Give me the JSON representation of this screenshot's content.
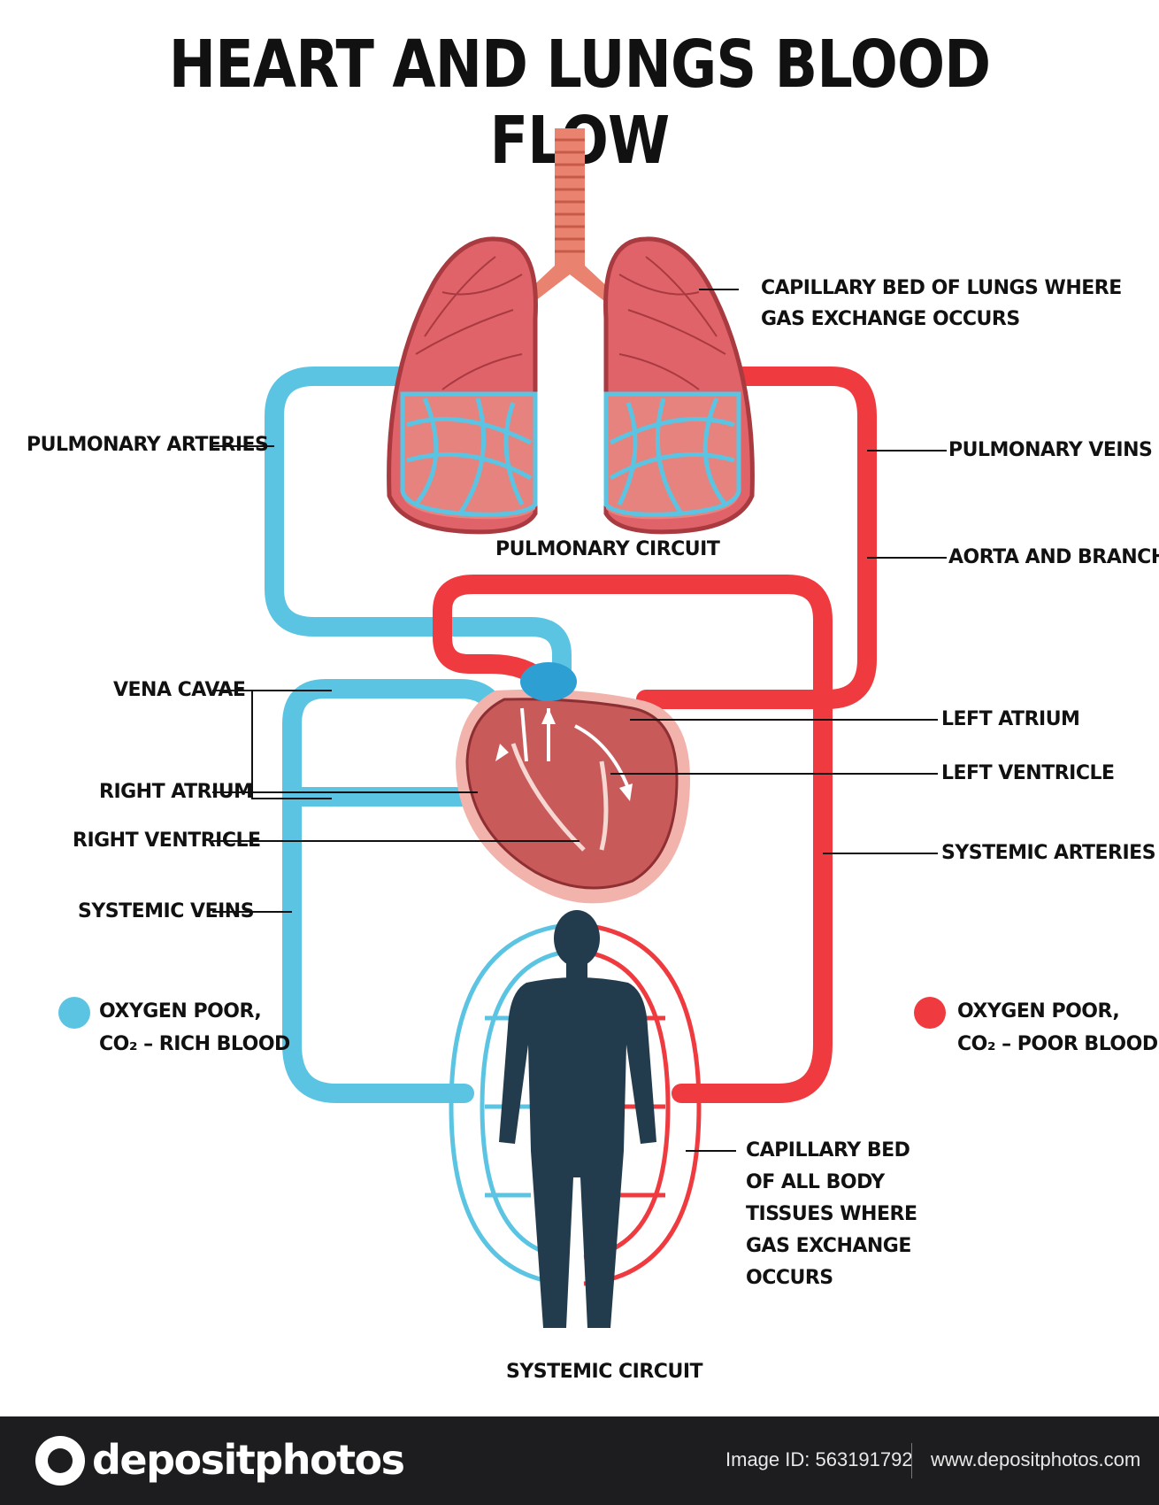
{
  "title": "HEART AND LUNGS BLOOD FLOW",
  "labels": {
    "capillary_lungs_1": "CAPILLARY BED OF LUNGS WHERE",
    "capillary_lungs_2": "GAS EXCHANGE OCCURS",
    "pulmonary_arteries": "PULMONARY ARTERIES",
    "pulmonary_veins": "PULMONARY VEINS",
    "pulmonary_circuit": "PULMONARY CIRCUIT",
    "aorta": "AORTA AND BRANCHES",
    "vena_cavae": "VENA CAVAE",
    "left_atrium": "LEFT ATRIUM",
    "left_ventricle": "LEFT VENTRICLE",
    "right_atrium": "RIGHT ATRIUM",
    "right_ventricle": "RIGHT VENTRICLE",
    "systemic_arteries": "SYSTEMIC ARTERIES",
    "systemic_veins": "SYSTEMIC VEINS",
    "capillary_body_1": "CAPILLARY BED",
    "capillary_body_2": "OF ALL BODY",
    "capillary_body_3": "TISSUES WHERE",
    "capillary_body_4": "GAS EXCHANGE",
    "capillary_body_5": "OCCURS",
    "systemic_circuit": "SYSTEMIC CIRCUIT"
  },
  "legend": {
    "blue_line1": "OXYGEN POOR,",
    "blue_line2": "CO₂ – RICH BLOOD",
    "red_line1": "OXYGEN POOR,",
    "red_line2": "CO₂ – POOR BLOOD"
  },
  "colors": {
    "blue": "#5bc4e2",
    "red": "#ef3b3f",
    "lung": "#e0636a",
    "heart": "#c85a5a",
    "body": "#233c4d"
  },
  "footer": {
    "logo": "depositphotos",
    "image_id": "Image ID: 563191792",
    "site": "www.depositphotos.com"
  }
}
